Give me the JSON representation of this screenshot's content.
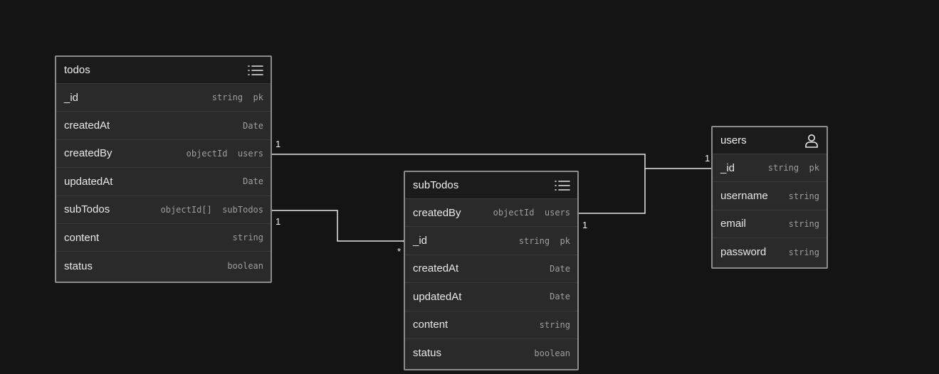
{
  "tables": {
    "todos": {
      "name": "todos",
      "icon": "list-icon",
      "fields": [
        {
          "name": "_id",
          "type": "string  pk"
        },
        {
          "name": "createdAt",
          "type": "Date"
        },
        {
          "name": "createdBy",
          "type": "objectId  users"
        },
        {
          "name": "updatedAt",
          "type": "Date"
        },
        {
          "name": "subTodos",
          "type": "objectId[]  subTodos"
        },
        {
          "name": "content",
          "type": "string"
        },
        {
          "name": "status",
          "type": "boolean"
        }
      ]
    },
    "subTodos": {
      "name": "subTodos",
      "icon": "list-icon",
      "fields": [
        {
          "name": "createdBy",
          "type": "objectId  users"
        },
        {
          "name": "_id",
          "type": "string  pk"
        },
        {
          "name": "createdAt",
          "type": "Date"
        },
        {
          "name": "updatedAt",
          "type": "Date"
        },
        {
          "name": "content",
          "type": "string"
        },
        {
          "name": "status",
          "type": "boolean"
        }
      ]
    },
    "users": {
      "name": "users",
      "icon": "user-icon",
      "fields": [
        {
          "name": "_id",
          "type": "string  pk"
        },
        {
          "name": "username",
          "type": "string"
        },
        {
          "name": "email",
          "type": "string"
        },
        {
          "name": "password",
          "type": "string"
        }
      ]
    }
  },
  "relations": [
    {
      "from": "todos.createdBy",
      "to": "users._id",
      "from_card": "1",
      "to_card": "1"
    },
    {
      "from": "todos.subTodos",
      "to": "subTodos._id",
      "from_card": "1",
      "to_card": "*"
    },
    {
      "from": "subTodos.createdBy",
      "to": "users._id",
      "from_card": "1",
      "to_card": "1"
    }
  ],
  "colors": {
    "background": "#141414",
    "table_body": "#2a2a2a",
    "table_header": "#1b1b1b",
    "border": "#8c8c8c",
    "link": "#e6e6e6"
  }
}
